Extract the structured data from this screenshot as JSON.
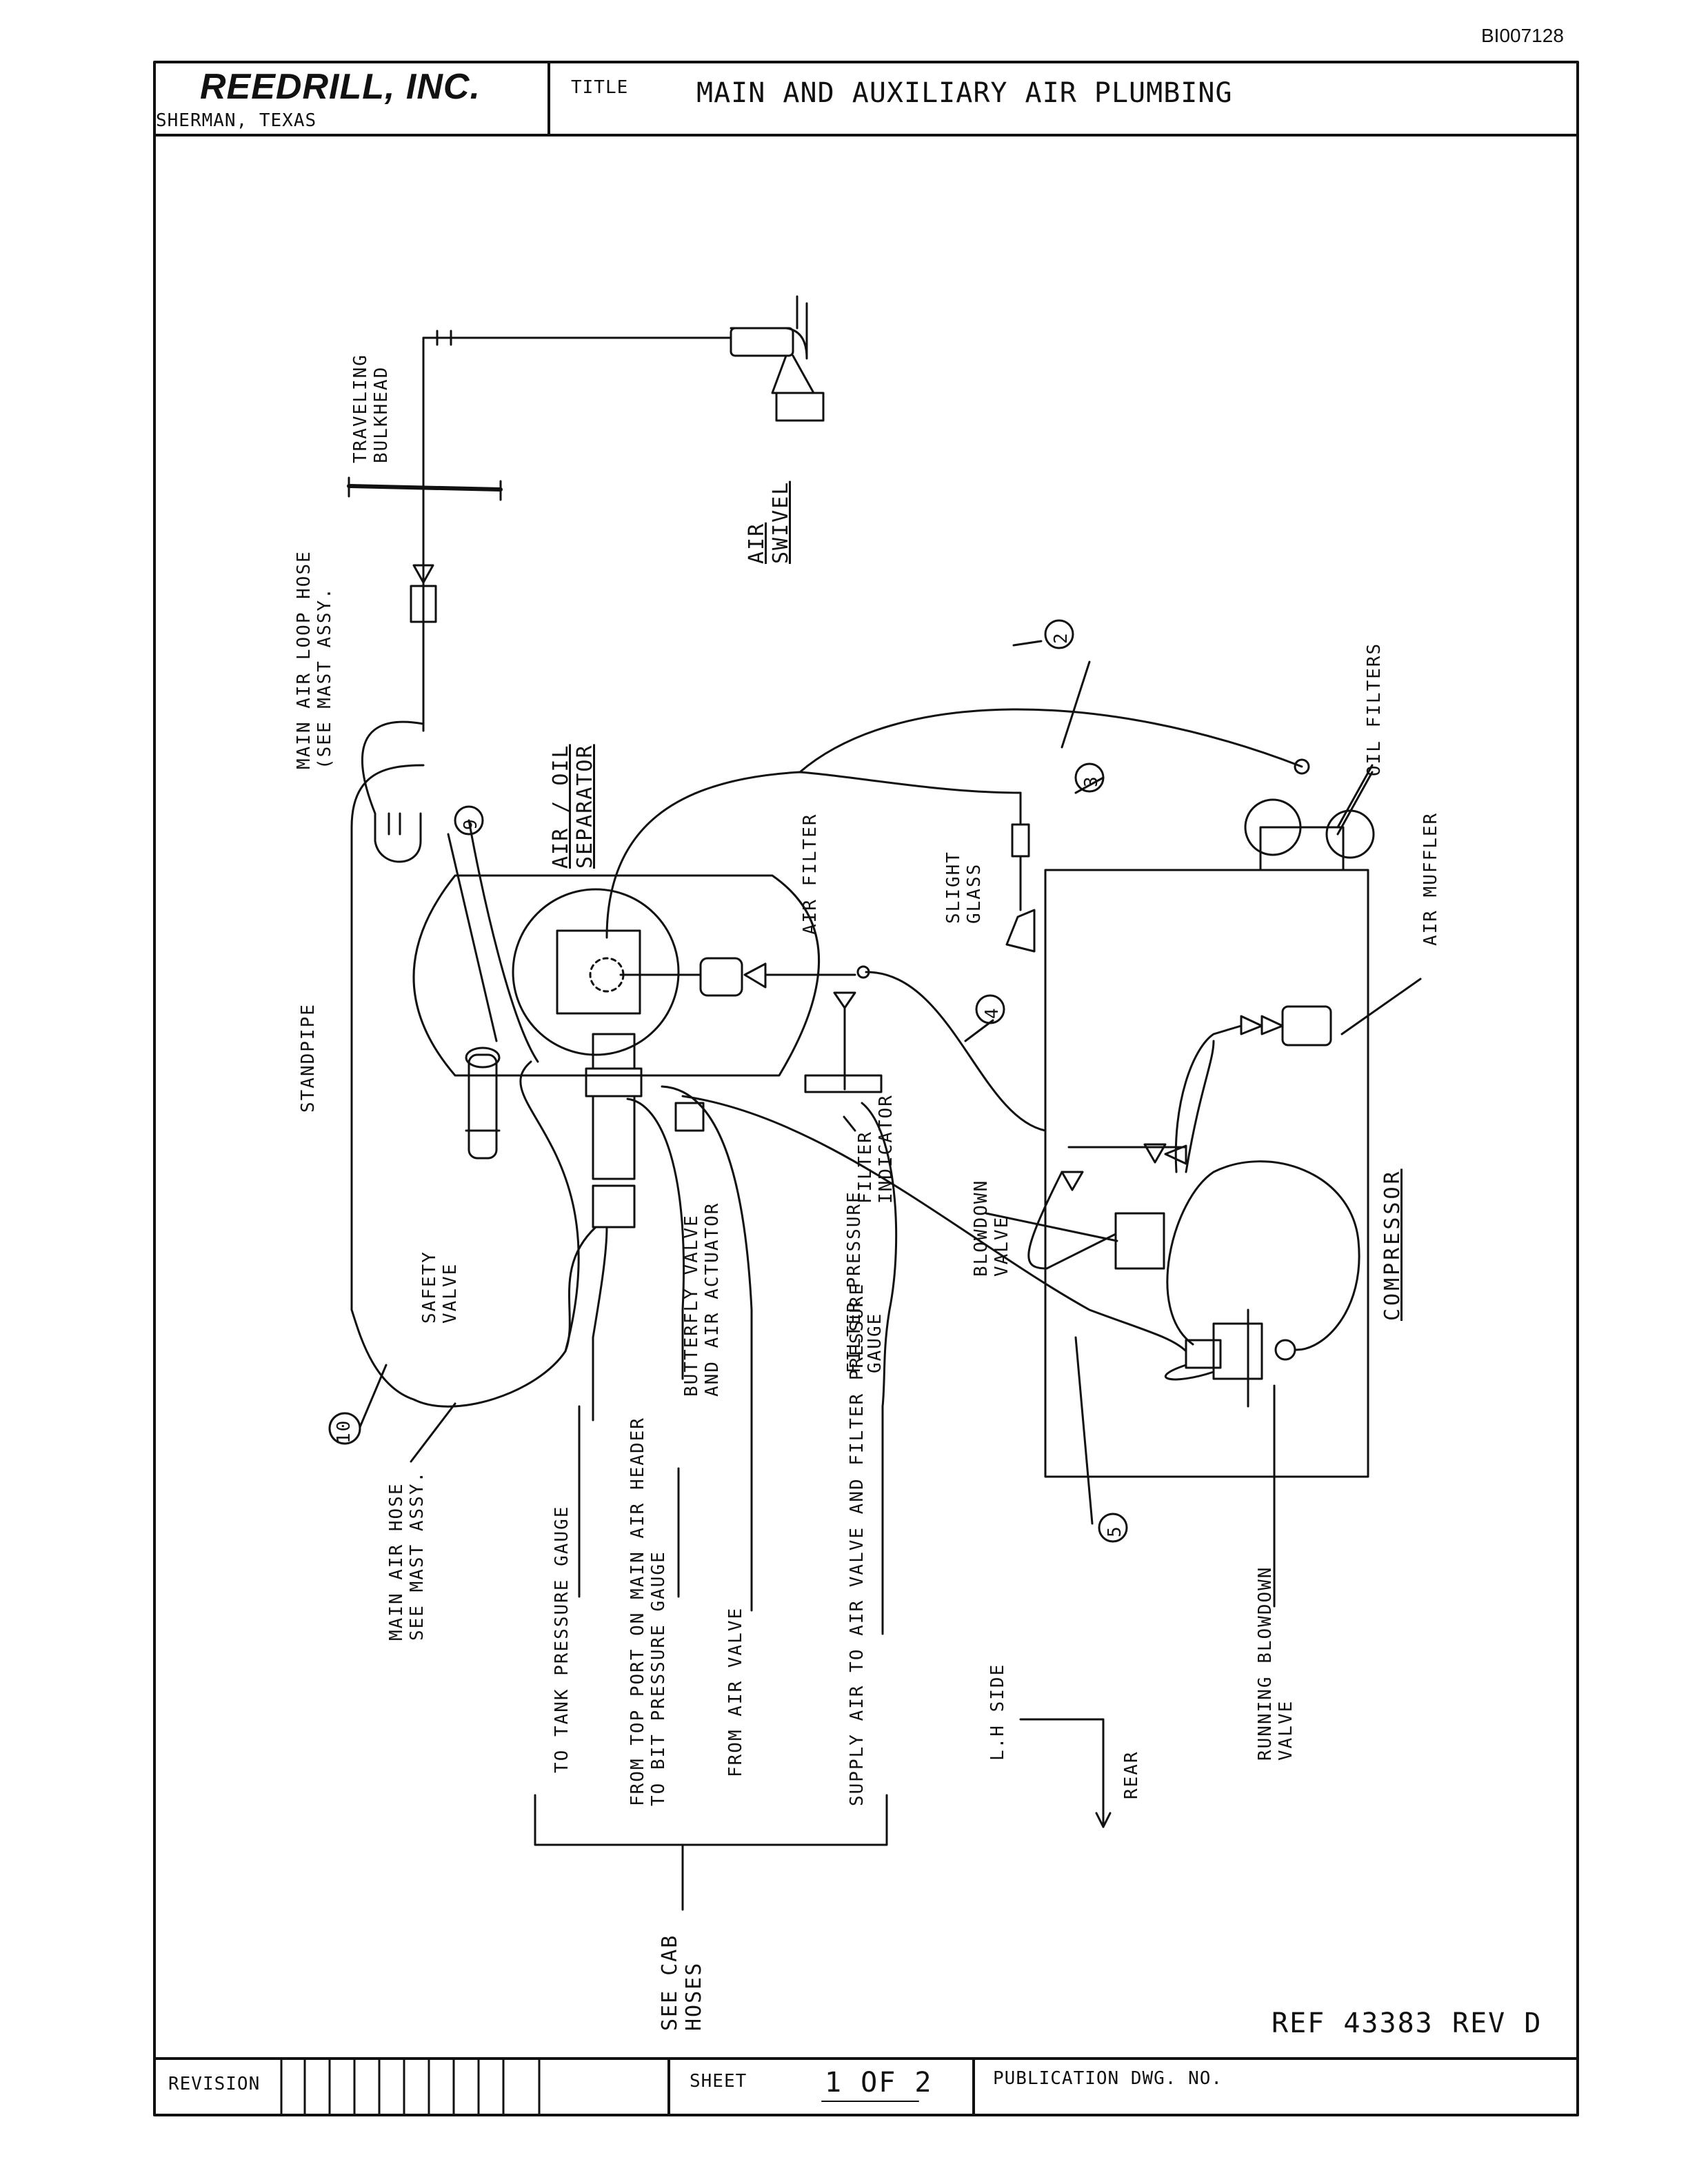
{
  "doc_id": "BI007128",
  "header": {
    "company": "REEDRILL, INC.",
    "location": "SHERMAN, TEXAS",
    "title_label": "TITLE",
    "title": "MAIN AND AUXILIARY AIR PLUMBING"
  },
  "footer": {
    "ref": "REF 43383",
    "rev": "REV D",
    "revision_label": "REVISION",
    "sheet_label": "SHEET",
    "sheet_value": "1 OF 2",
    "pub_label": "PUBLICATION DWG. NO."
  },
  "labels": {
    "traveling_bulkhead": [
      "TRAVELING",
      "BULKHEAD"
    ],
    "air_swivel": [
      "AIR",
      "SWIVEL"
    ],
    "main_air_loop_hose": [
      "MAIN AIR LOOP HOSE",
      "(SEE MAST ASSY."
    ],
    "air_oil_separator": [
      "AIR / OIL",
      "SEPARATOR"
    ],
    "oil_filters": "OIL FILTERS",
    "air_filter": "AIR FILTER",
    "slight_glass": [
      "SLIGHT",
      "GLASS"
    ],
    "air_muffler": "AIR MUFFLER",
    "standpipe": "STANDPIPE",
    "safety_valve": [
      "SAFETY",
      "VALVE"
    ],
    "filter_indicator": [
      "FILTER",
      "INDICATOR"
    ],
    "blowdown_valve": [
      "BLOWDOWN",
      "VALVE"
    ],
    "compressor": "COMPRESSOR",
    "butterfly_valve": [
      "BUTTERFLY VALVE",
      "AND AIR ACTUATOR"
    ],
    "filter_pressure_gauge": [
      "FILTER PRESSURE",
      "GAUGE"
    ],
    "main_air_hose": [
      "MAIN AIR HOSE",
      "SEE MAST ASSY."
    ],
    "to_tank_pressure_gauge": "TO TANK PRESSURE GAUGE",
    "from_top_port": [
      "FROM TOP PORT ON MAIN AIR HEADER",
      "TO BIT PRESSURE GAUGE"
    ],
    "from_air_valve": "FROM AIR VALVE",
    "supply_air": "SUPPLY AIR TO AIR VALVE AND FILTER PRESSURE",
    "lh_side": "L.H SIDE",
    "rear": "REAR",
    "running_blowdown": [
      "RUNNING BLOWDOWN",
      "VALVE"
    ],
    "see_cab_hoses": [
      "SEE CAB",
      "HOSES"
    ]
  },
  "callouts": [
    "2",
    "3",
    "4",
    "5",
    "9",
    "10"
  ]
}
